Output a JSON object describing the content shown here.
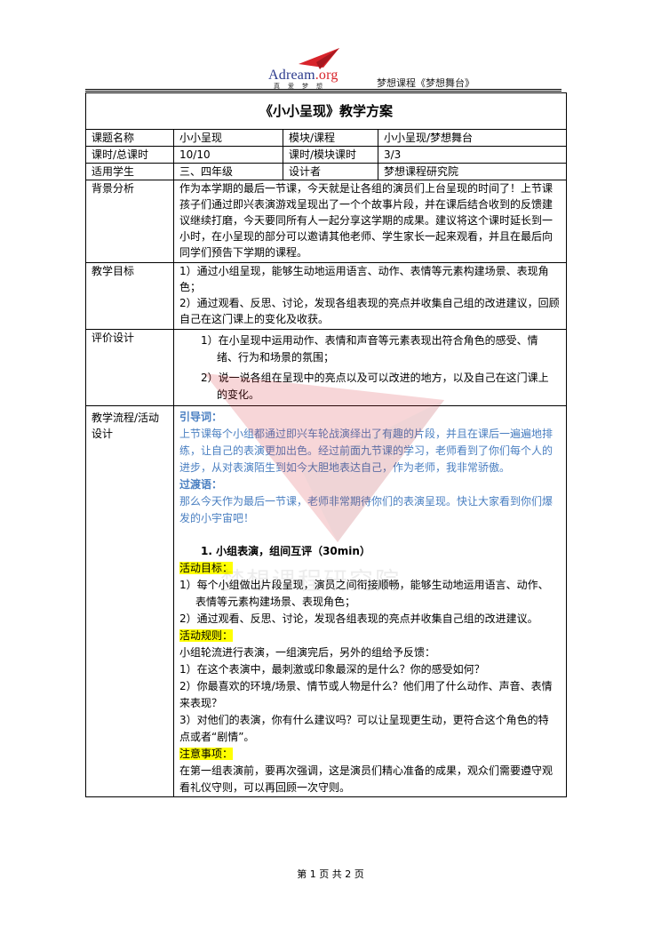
{
  "header": {
    "logo_main": "Adream",
    "logo_org": ".org",
    "logo_sub": "真爱梦想",
    "right_title": "梦想课程《梦想舞台》"
  },
  "plan": {
    "title": "《小小呈现》教学方案",
    "row1": [
      "课题名称",
      "小小呈现",
      "模块/课程",
      "小小呈现/梦想舞台"
    ],
    "row2": [
      "课时/总课时",
      "10/10",
      "课时/模块课时",
      "3/3"
    ],
    "row3": [
      "适用学生",
      "三、四年级",
      "设计者",
      "梦想课程研究院"
    ],
    "background_label": "背景分析",
    "background_text": "作为本学期的最后一节课，今天就是让各组的演员们上台呈现的时间了！上节课孩子们通过即兴表演游戏呈现出了一个个故事片段，并在课后结合收到的反馈建议继续打磨，今天要同所有人一起分享这学期的成果。建议将这个课时延长到一小时，在小呈现的部分可以邀请其他老师、学生家长一起来观看，并且在最后向同学们预告下学期的课程。",
    "goals_label": "教学目标",
    "goals": [
      "1）通过小组呈现，能够生动地运用语言、动作、表情等元素构建场景、表现角色；",
      "2）通过观看、反思、讨论，发现各组表现的亮点并收集自己组的改进建议，回顾自己在这门课上的变化及收获。"
    ],
    "eval_label": "评价设计",
    "eval": [
      "1）在小呈现中运用动作、表情和声音等元素表现出符合角色的感受、情绪、行为和场景的氛围；",
      "2）说一说各组在呈现中的亮点以及可以改进的地方，以及自己在这门课上的变化。"
    ],
    "flow_label": "教学流程/活动设计",
    "intro_head": "引导词：",
    "intro_text": "上节课每个小组都通过即兴车轮战演绎出了有趣的片段，并且在课后一遍遍地排练，让自己的表演更加出色。经过前面九节课的学习，老师看到了你们每个人的进步，从对表演陌生到如今大胆地表达自己，作为老师，我非常骄傲。",
    "transition_head": "过渡语：",
    "transition_text": "那么今天作为最后一节课，老师非常期待你们的表演呈现。快让大家看到你们爆发的小宇宙吧！",
    "step1": "1.  小组表演，组间互评（30min）",
    "act_goal_head": "活动目标：",
    "act_goals": [
      "1）每个小组做出片段呈现，演员之间衔接顺畅，能够生动地运用语言、动作、表情等元素构建场景、表现角色；",
      "2）通过观看、反思、讨论，发现各组表现的亮点并收集自己组的改进建议。"
    ],
    "rules_head": "活动规则：",
    "rules_intro": "小组轮流进行表演，一组演完后，另外的组给予反馈：",
    "rules": [
      "1）在这个表演中，最刺激或印象最深的是什么？你的感受如何？",
      "2）你最喜欢的环境/场景、情节或人物是什么？他们用了什么动作、声音、表情来表现？",
      "3）对他们的表演，你有什么建议吗？可以让呈现更生动，更符合这个角色的特点或者“剧情”。"
    ],
    "notes_head": "注意事项：",
    "notes_text": "在第一组表演前，要再次强调，这是演员们精心准备的成果，观众们需要遵守观看礼仪守则，可以再回顾一次守则。"
  },
  "watermark": "梦想课程研究院",
  "footer": "第 1 页 共 2 页",
  "colors": {
    "blue_text": "#4a7fc1",
    "highlight": "#ffff00",
    "logo_red": "#d8242b",
    "logo_blue": "#2b3a8c"
  }
}
